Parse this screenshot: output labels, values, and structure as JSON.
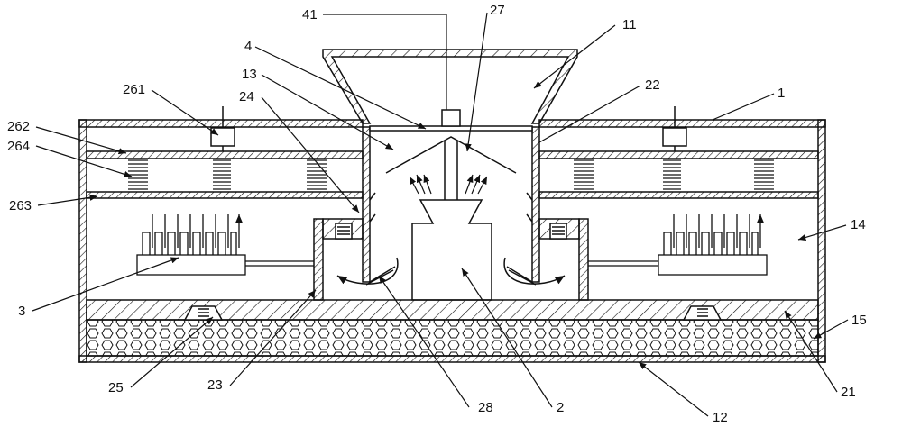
{
  "labels": {
    "l41": "41",
    "l27": "27",
    "l11": "11",
    "l4": "4",
    "l13": "13",
    "l24": "24",
    "l22": "22",
    "l1": "1",
    "l261": "261",
    "l262": "262",
    "l264": "264",
    "l263": "263",
    "l14": "14",
    "l3": "3",
    "l15": "15",
    "l25": "25",
    "l23": "23",
    "l28": "28",
    "l2": "2",
    "l12": "12",
    "l21": "21"
  },
  "colors": {
    "line": "#111111",
    "background": "#ffffff"
  }
}
